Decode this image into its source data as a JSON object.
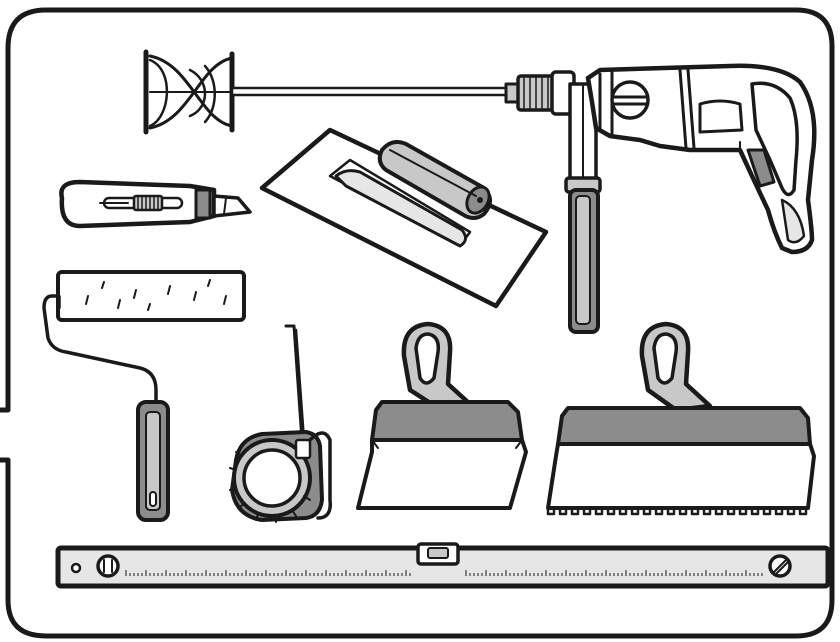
{
  "colors": {
    "outline": "#1a1a1a",
    "panel": "#ffffff",
    "light_fill": "#e6e6e6",
    "mid_fill": "#c8c8c8",
    "dark_fill": "#8c8c8c"
  },
  "tools": [
    {
      "id": "mixer-drill",
      "icon": "drill-with-mixer-paddle-icon"
    },
    {
      "id": "utility-knife",
      "icon": "utility-knife-icon"
    },
    {
      "id": "plastering-trowel",
      "icon": "trowel-icon"
    },
    {
      "id": "paint-roller",
      "icon": "paint-roller-icon"
    },
    {
      "id": "tape-measure",
      "icon": "tape-measure-icon"
    },
    {
      "id": "flat-spatula",
      "icon": "spatula-icon"
    },
    {
      "id": "notched-spatula",
      "icon": "notched-spatula-icon"
    },
    {
      "id": "spirit-level",
      "icon": "spirit-level-icon"
    }
  ]
}
